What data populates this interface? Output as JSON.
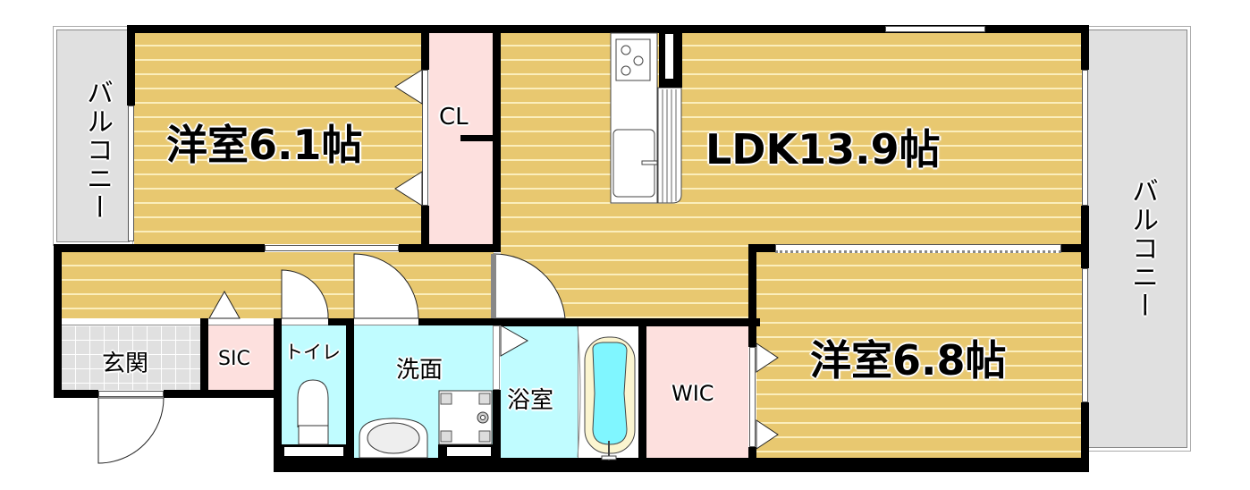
{
  "floor_plan": {
    "rooms": {
      "western_room_1": {
        "label": "洋室6.1帖",
        "type": "Western-style room",
        "size_jo": 6.1
      },
      "closet": {
        "label": "CL",
        "type": "Closet"
      },
      "ldk": {
        "label": "LDK13.9帖",
        "type": "Living Dining Kitchen",
        "size_jo": 13.9
      },
      "western_room_2": {
        "label": "洋室6.8帖",
        "type": "Western-style room",
        "size_jo": 6.8
      },
      "entrance": {
        "label": "玄関",
        "type": "Entrance"
      },
      "shoe_closet": {
        "label": "SIC",
        "type": "Shoe-in closet"
      },
      "toilet": {
        "label": "トイレ",
        "type": "Toilet"
      },
      "washroom": {
        "label": "洗面",
        "type": "Washroom"
      },
      "bathroom": {
        "label": "浴室",
        "type": "Bathroom"
      },
      "walk_in_closet": {
        "label": "WIC",
        "type": "Walk-in closet"
      },
      "balcony_left": {
        "label": "バルコニー",
        "type": "Balcony"
      },
      "balcony_right": {
        "label": "バルコニー",
        "type": "Balcony"
      }
    },
    "colors": {
      "wood_floor": "#e8c870",
      "wood_stripe": "#fbeebc",
      "closet_pink": "#fde0de",
      "wet_area_aqua": "#c0fcff",
      "balcony_grey": "#e0e0e0",
      "bathtub_water": "#80f6ff",
      "wall": "#000000"
    }
  }
}
